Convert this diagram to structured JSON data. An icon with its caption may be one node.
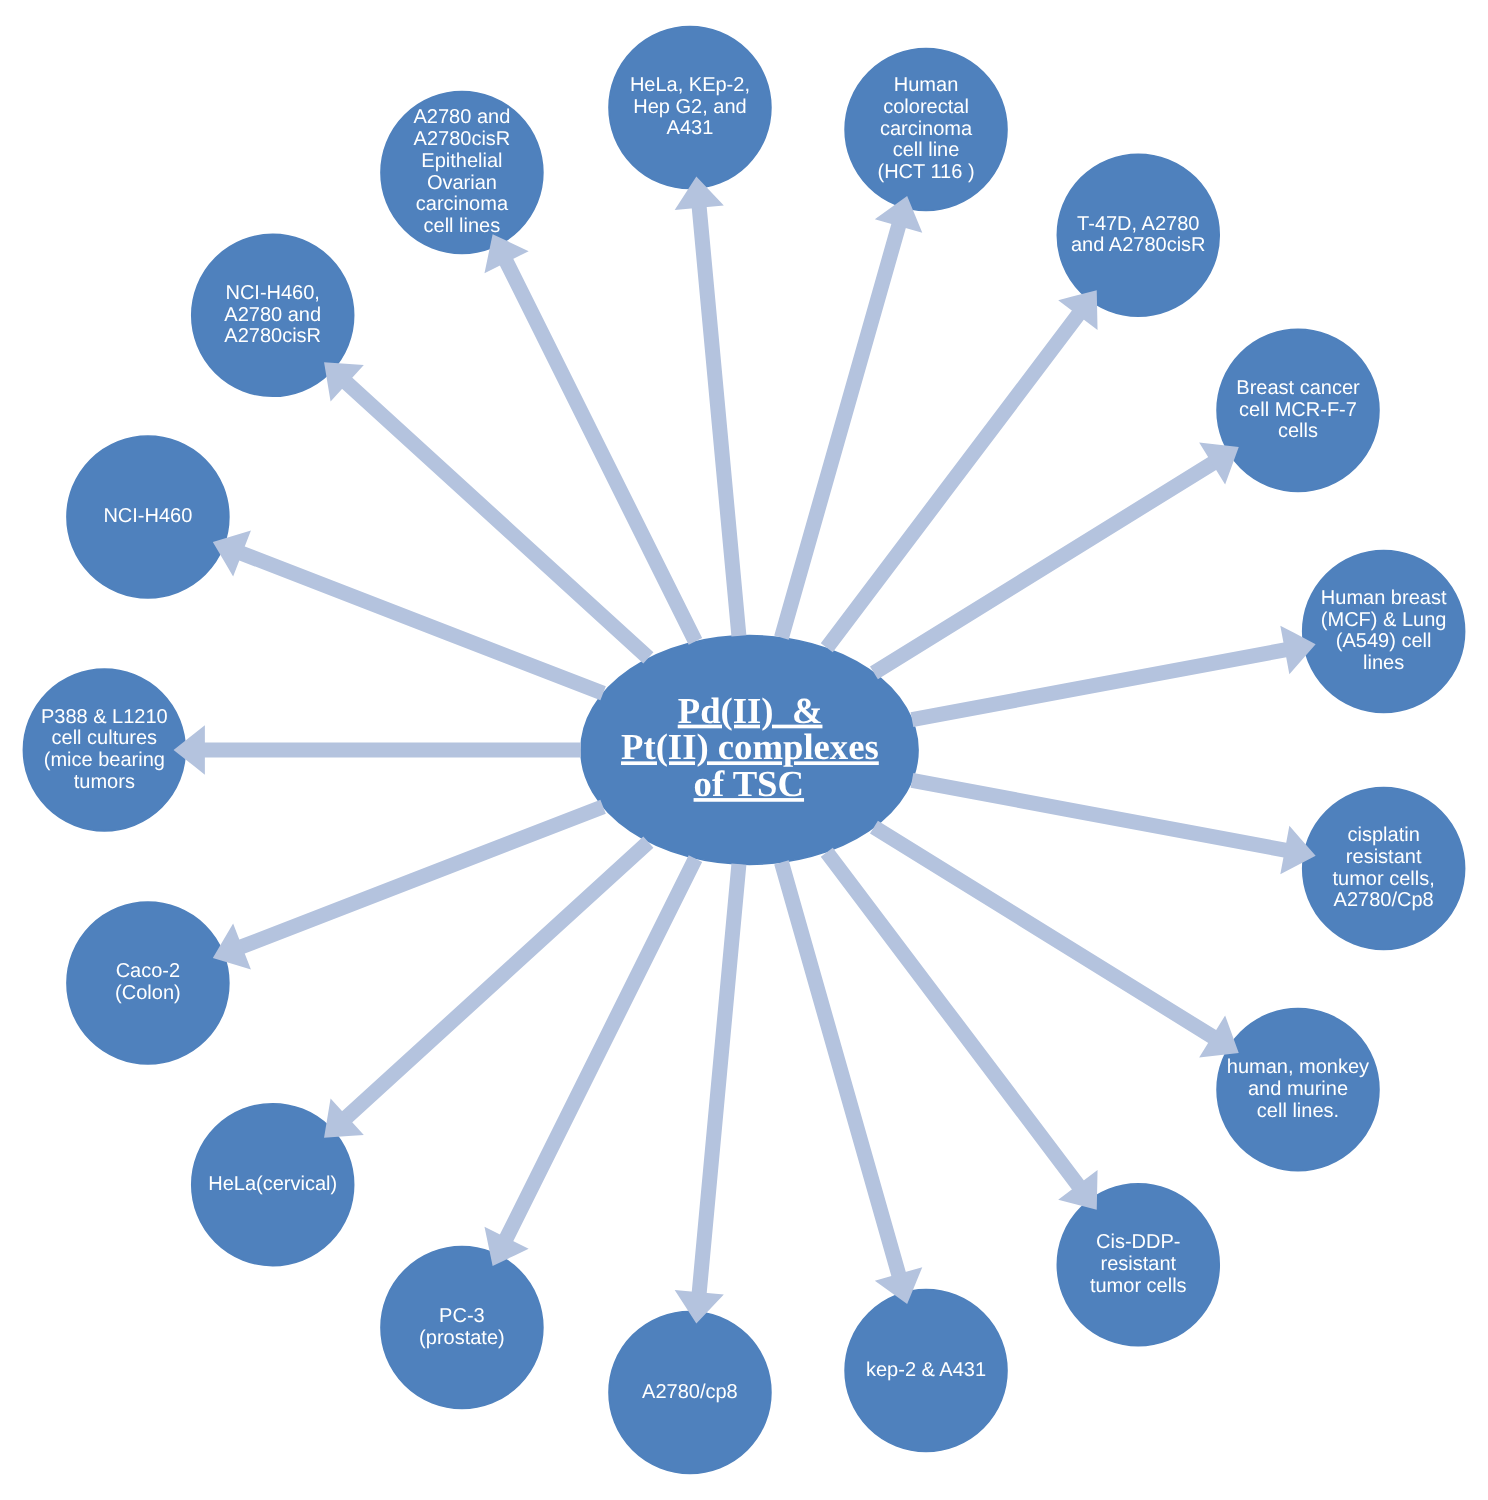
{
  "diagram": {
    "nodes": [
      {
        "text": [
          "Pd(II)  &  Pt(II) complexes of TSC"
        ]
      },
      {
        "text": [
          "Human breast (MCF) & Lung (A549) cell lines"
        ]
      },
      {
        "text": [
          "Breast cancer cell MCR-F-7 cells"
        ]
      },
      {
        "text": [
          "T-47D, A2780 and A2780cisR"
        ]
      },
      {
        "text": [
          "Human colorectal carcinoma cell line (HCT 116 )"
        ]
      },
      {
        "text": [
          "HeLa, KEp-2, Hep G2, and A431"
        ]
      },
      {
        "text": [
          "A2780 and A2780cisR Epithelial Ovarian carcinoma cell lines"
        ]
      },
      {
        "text": [
          "NCI-H460, A2780 and A2780cisR"
        ]
      },
      {
        "text": [
          "NCI-H460"
        ]
      },
      {
        "text": [
          "P388 & L1210 cell cultures (mice bearing tumors"
        ]
      },
      {
        "text": [
          "Caco-2 (Colon)"
        ]
      },
      {
        "text": [
          "HeLa(cervical)"
        ]
      },
      {
        "text": [
          "PC-3 (prostate)"
        ]
      },
      {
        "text": [
          "A2780/cp8"
        ]
      },
      {
        "text": [
          "kep-2 & A431"
        ]
      },
      {
        "text": [
          "Cis-DDP-resistant tumor cells"
        ]
      },
      {
        "text": [
          "human, monkey and murine cell lines."
        ]
      },
      {
        "text": [
          "cisplatin resistant tumor cells, A2780/Cp8"
        ]
      }
    ],
    "edges": [
      {
        "from": 0,
        "to": 1,
        "arrow": "to"
      },
      {
        "from": 0,
        "to": 2,
        "arrow": "to"
      },
      {
        "from": 0,
        "to": 3,
        "arrow": "to"
      },
      {
        "from": 0,
        "to": 4,
        "arrow": "to"
      },
      {
        "from": 0,
        "to": 5,
        "arrow": "to"
      },
      {
        "from": 0,
        "to": 6,
        "arrow": "to"
      },
      {
        "from": 0,
        "to": 7,
        "arrow": "to"
      },
      {
        "from": 0,
        "to": 8,
        "arrow": "to"
      },
      {
        "from": 0,
        "to": 9,
        "arrow": "to"
      },
      {
        "from": 0,
        "to": 10,
        "arrow": "to"
      },
      {
        "from": 0,
        "to": 11,
        "arrow": "to"
      },
      {
        "from": 0,
        "to": 12,
        "arrow": "to"
      },
      {
        "from": 0,
        "to": 13,
        "arrow": "to"
      },
      {
        "from": 0,
        "to": 14,
        "arrow": "to"
      },
      {
        "from": 0,
        "to": 15,
        "arrow": "to"
      },
      {
        "from": 0,
        "to": 16,
        "arrow": "to"
      },
      {
        "from": 0,
        "to": 17,
        "arrow": "to"
      }
    ]
  }
}
